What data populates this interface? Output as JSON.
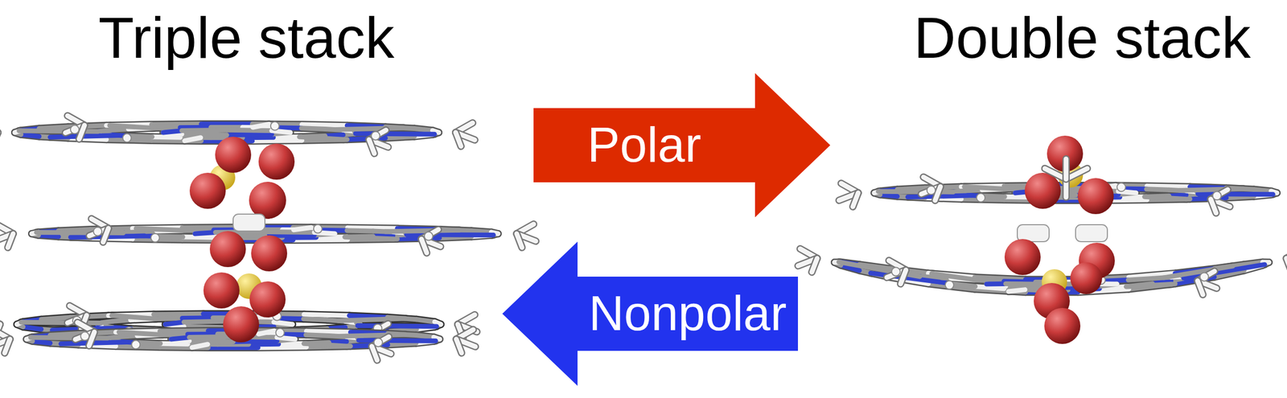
{
  "diagram": {
    "nodes": [
      {
        "text": [
          "Triple stack"
        ]
      },
      {
        "text": [
          "Double stack"
        ]
      }
    ],
    "edges": [
      {
        "from": 0,
        "to": 1,
        "arrow": "to",
        "label": "Polar"
      },
      {
        "from": 1,
        "to": 0,
        "arrow": "to",
        "label": "Nonpolar"
      }
    ]
  }
}
